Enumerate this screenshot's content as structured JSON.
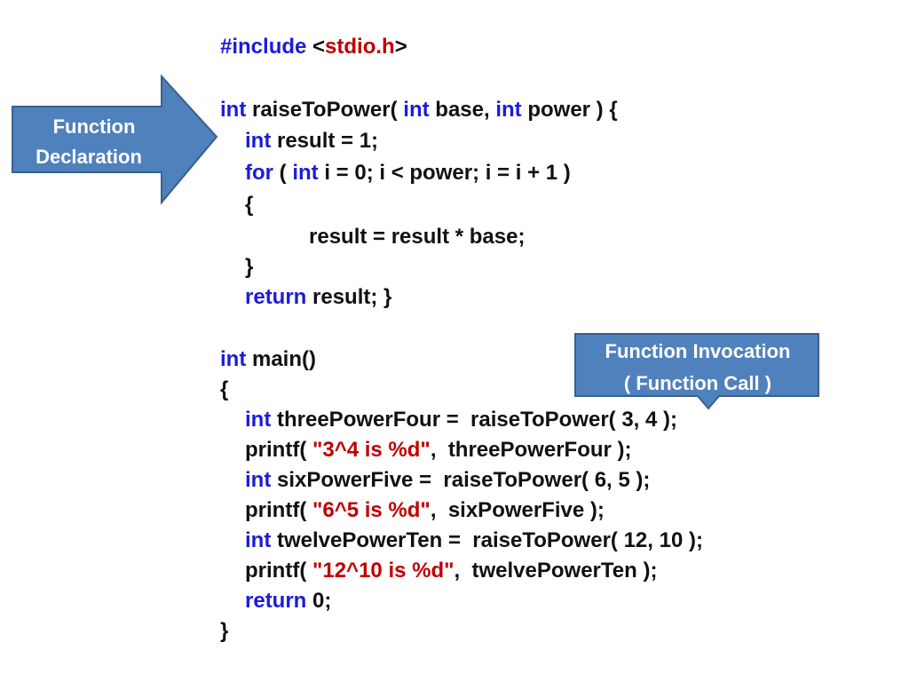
{
  "callouts": {
    "declaration": {
      "line1": "Function",
      "line2": "Declaration"
    },
    "invocation": {
      "line1": "Function Invocation",
      "line2": "( Function Call )"
    }
  },
  "colors": {
    "keyword": "#1c1cd8",
    "string": "#c00000",
    "callout_fill": "#4f81bd",
    "callout_border": "#3a5f8c",
    "text": "#111111"
  },
  "code": {
    "include": {
      "directive": "#include",
      "open": "<",
      "header": "stdio.h",
      "close": ">"
    },
    "decl": {
      "kw1": "int",
      "t1": " raiseToPower( ",
      "kw2": "int",
      "t2": " base, ",
      "kw3": "int",
      "t3": " power ) {"
    },
    "result_init": {
      "kw": "int",
      "t": " result = 1;"
    },
    "for_loop": {
      "kw1": "for",
      "t1": " ( ",
      "kw2": "int",
      "t2": " i = 0; i < power; i = i + 1 )"
    },
    "brace_open": "{",
    "body": "result = result * base;",
    "brace_close": "}",
    "return_result": {
      "kw": "return",
      "t": " result; }"
    },
    "main_sig": {
      "kw": "int",
      "t": " main()"
    },
    "main_open": "{",
    "l1": {
      "kw": "int",
      "t": " threePowerFour =  raiseToPower( 3, 4 );"
    },
    "l2": {
      "a": "printf( ",
      "s": "\"3^4 is %d\"",
      "b": ",  threePowerFour );"
    },
    "l3": {
      "kw": "int",
      "t": " sixPowerFive =  raiseToPower( 6, 5 );"
    },
    "l4": {
      "a": "printf( ",
      "s": "\"6^5 is %d\"",
      "b": ",  sixPowerFive );"
    },
    "l5": {
      "kw": "int",
      "t": " twelvePowerTen =  raiseToPower( 12, 10 );"
    },
    "l6": {
      "a": "printf( ",
      "s": "\"12^10 is %d\"",
      "b": ",  twelvePowerTen );"
    },
    "return_zero": {
      "kw": "return",
      "t": " 0;"
    },
    "main_close": "}"
  }
}
